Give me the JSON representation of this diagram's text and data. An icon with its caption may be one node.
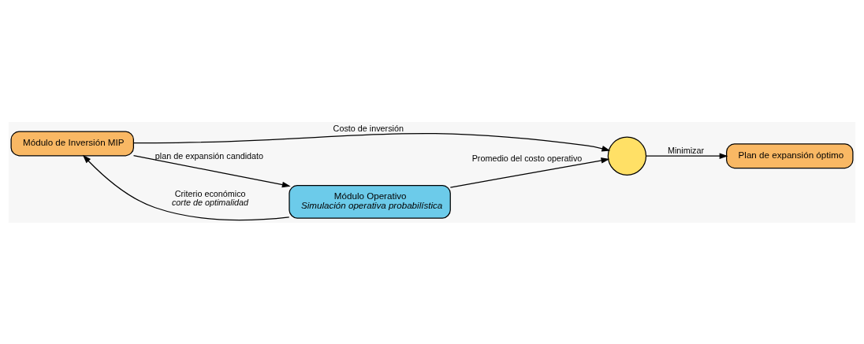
{
  "diagram": {
    "nodes": [
      {
        "text": [
          "Módulo de Inversión MIP"
        ]
      },
      {
        "text": [],
        "shape": "circle"
      },
      {
        "text": [
          "Plan de expansión óptimo"
        ]
      },
      {
        "text": [
          "Módulo Operativo",
          "*Simulación operativa probabilística*"
        ]
      }
    ],
    "edges": [
      {
        "from": 0,
        "to": 1,
        "arrow": "to",
        "label": "Costo de inversión"
      },
      {
        "from": 1,
        "to": 2,
        "arrow": "to",
        "label": "Minimizar"
      },
      {
        "from": 0,
        "to": 3,
        "arrow": "to",
        "label": "plan de expansión candidato"
      },
      {
        "from": 3,
        "to": 0,
        "arrow": "to",
        "label": "Criterio económico *corte de optimalidad*"
      },
      {
        "from": 3,
        "to": 1,
        "arrow": "to",
        "label": "Promedio del costo operativo"
      }
    ]
  }
}
